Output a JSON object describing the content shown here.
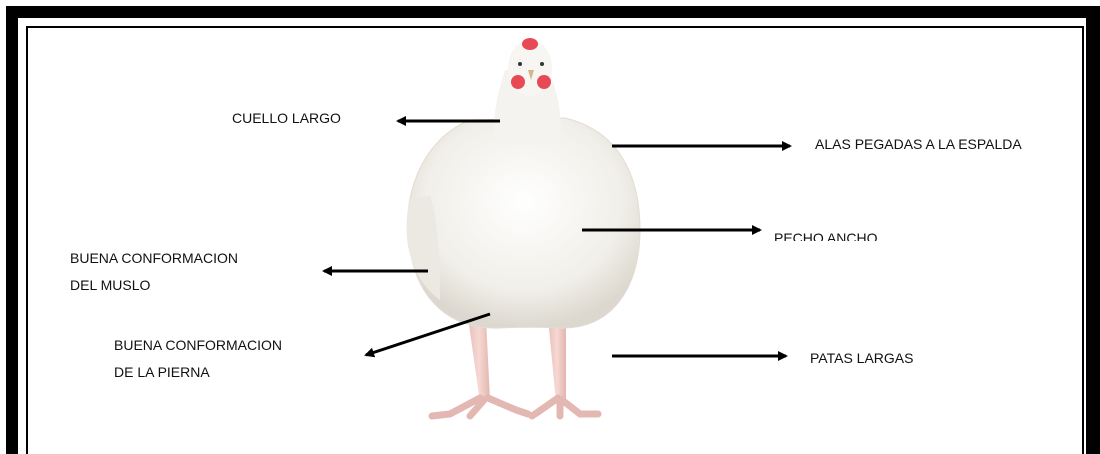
{
  "labels": {
    "neck": "CUELLO LARGO",
    "wings": "ALAS PEGADAS A LA ESPALDA",
    "chest": "PECHO ANCHO",
    "thigh_line1": "BUENA CONFORMACION",
    "thigh_line2": "DEL MUSLO",
    "leg_line1": "BUENA CONFORMACION",
    "leg_line2": "DE LA PIERNA",
    "feet": "PATAS LARGAS"
  },
  "image": {
    "subject": "white broiler chicken",
    "body_color": "#f4f2ee",
    "leg_color": "#f0c9c4",
    "comb_color": "#e84a55"
  }
}
